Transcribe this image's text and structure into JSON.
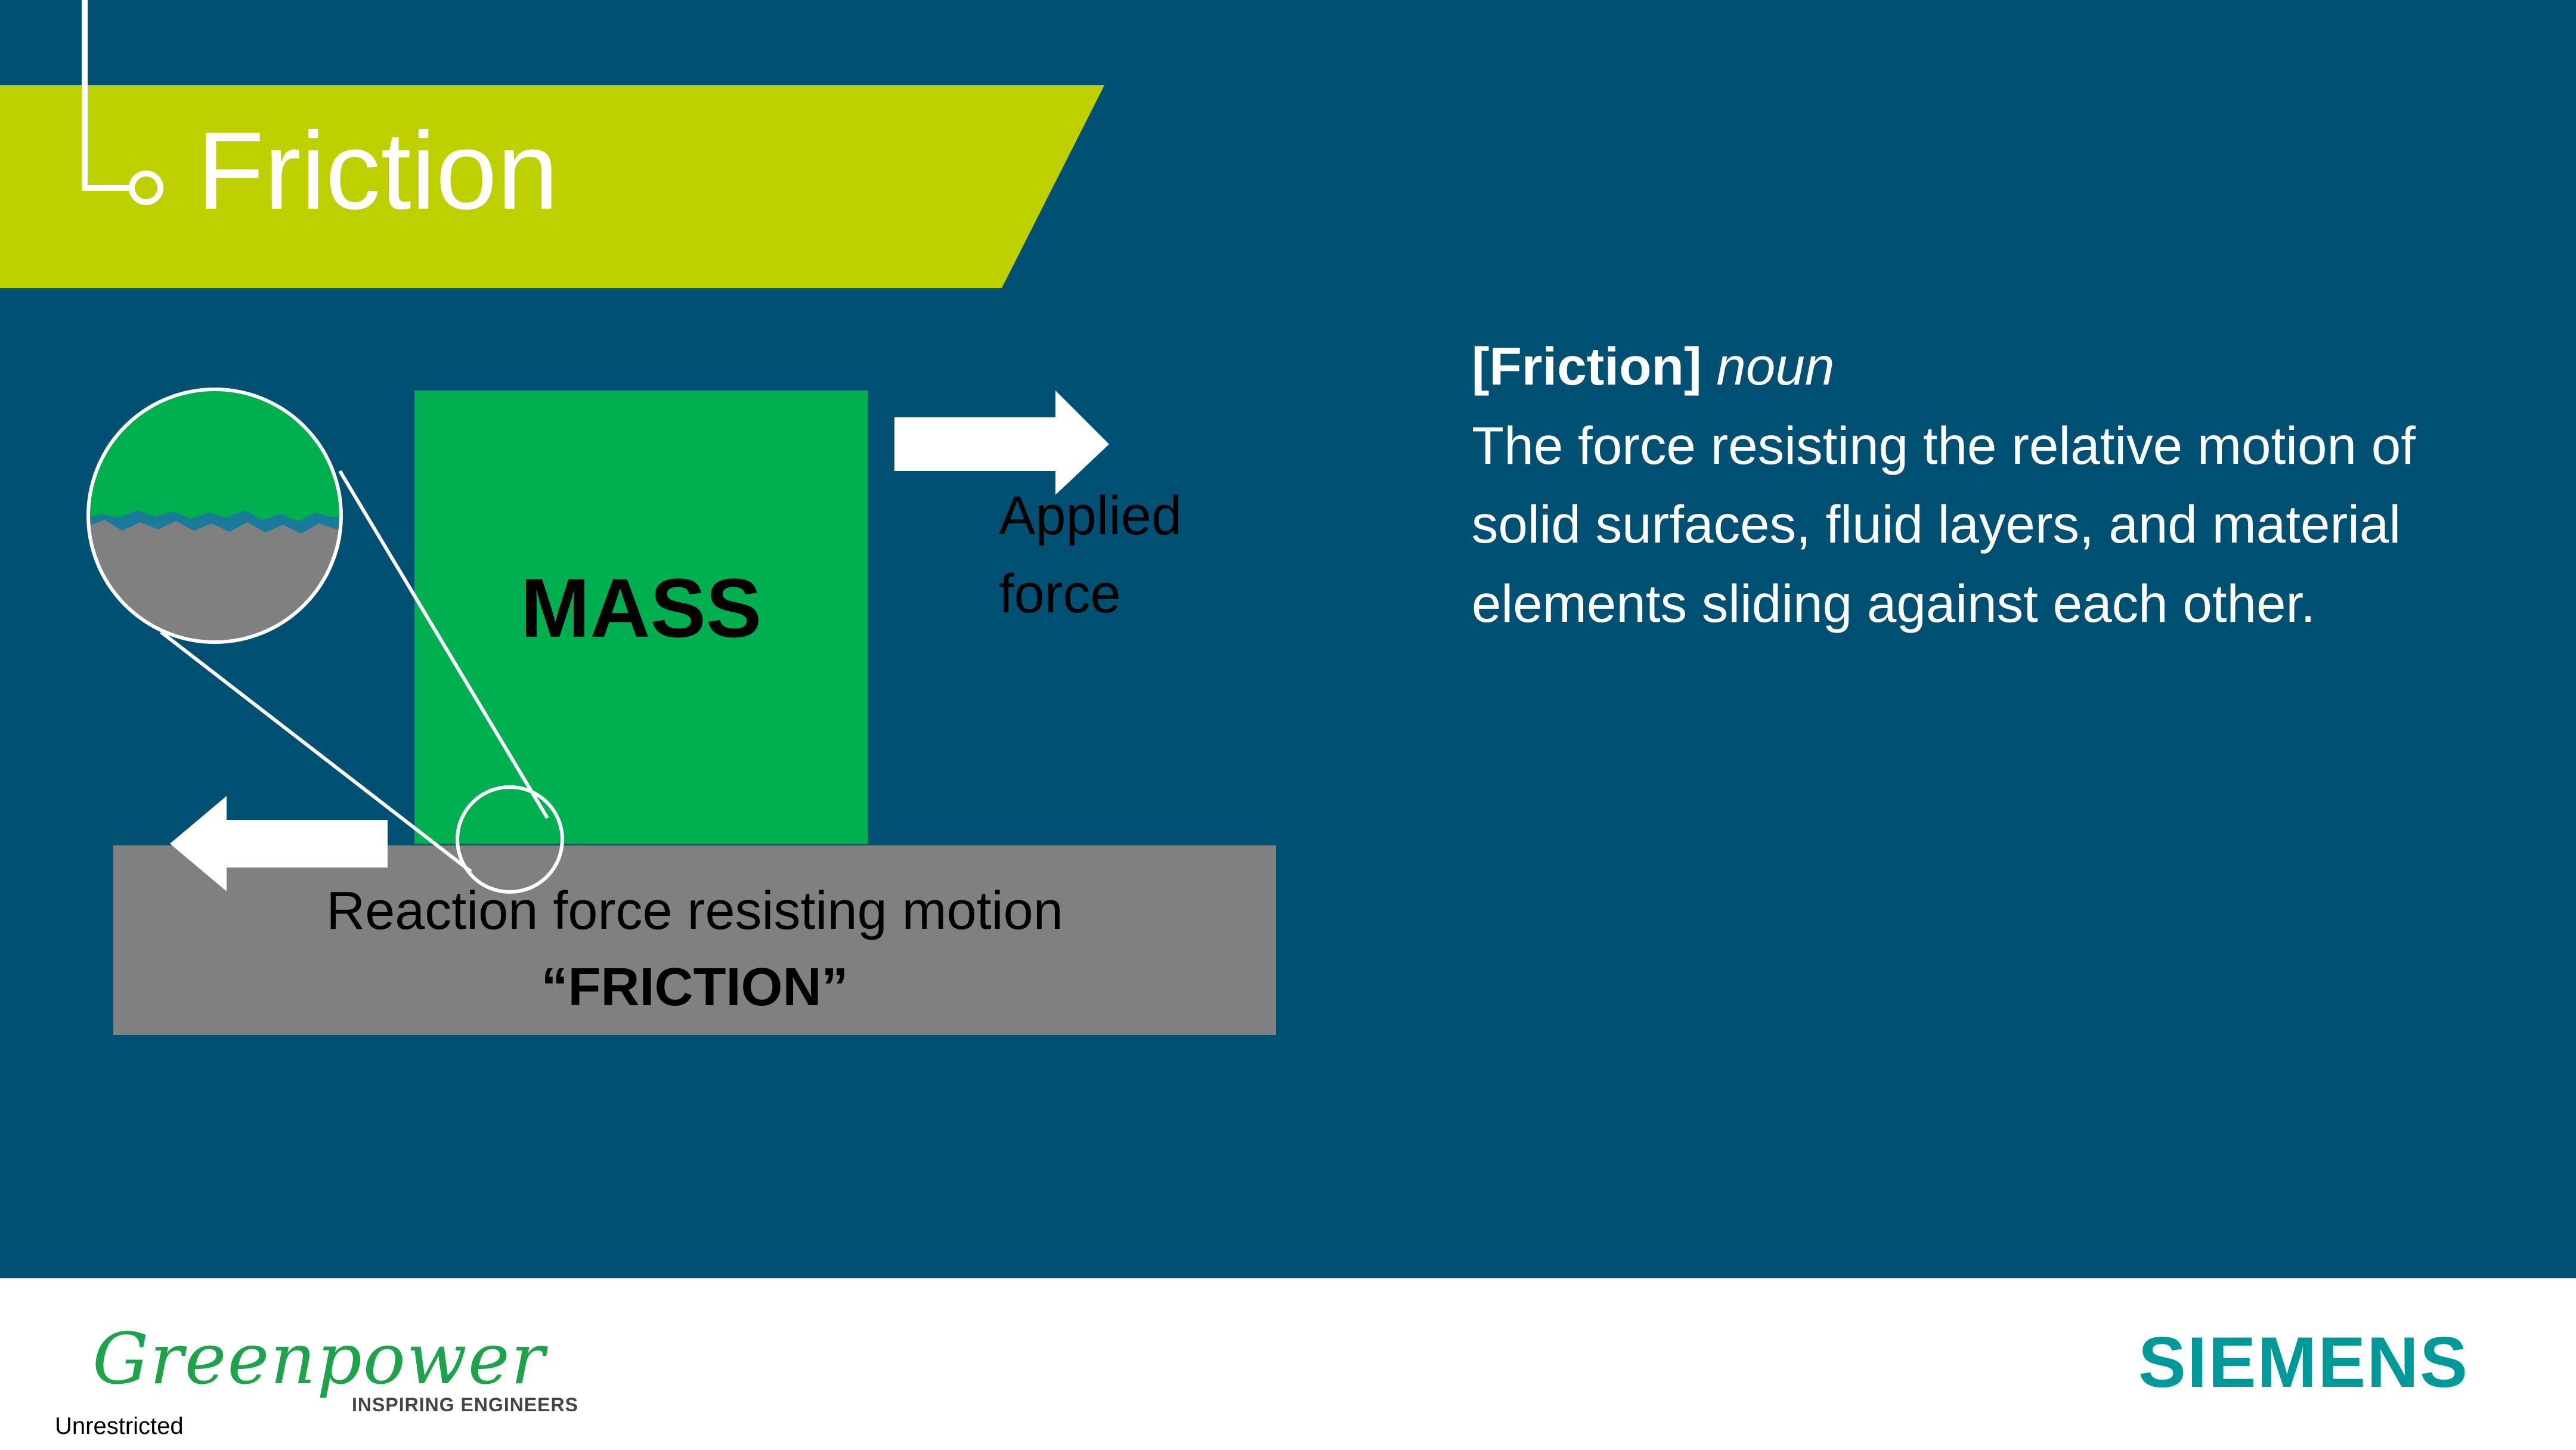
{
  "slide": {
    "title": "Friction",
    "diagram": {
      "mass_label": "MASS",
      "applied_force_label": "Applied force",
      "reaction_line1": "Reaction force resisting motion",
      "reaction_line2": "“FRICTION”"
    },
    "definition": {
      "term": "[Friction]",
      "part_of_speech": "noun",
      "text": "The force resisting the relative motion of solid surfaces, fluid layers, and material elements sliding against each other."
    }
  },
  "footer": {
    "logo_text": "Greenpower",
    "logo_tagline": "INSPIRING ENGINEERS",
    "classification": "Unrestricted",
    "brand": "SIEMENS"
  },
  "colors": {
    "background": "#005074",
    "title_band": "#bfd000",
    "mass_block": "#00b050",
    "ground": "#808080",
    "siemens_brand": "#009999",
    "greenpower_brand": "#1ea34a"
  }
}
